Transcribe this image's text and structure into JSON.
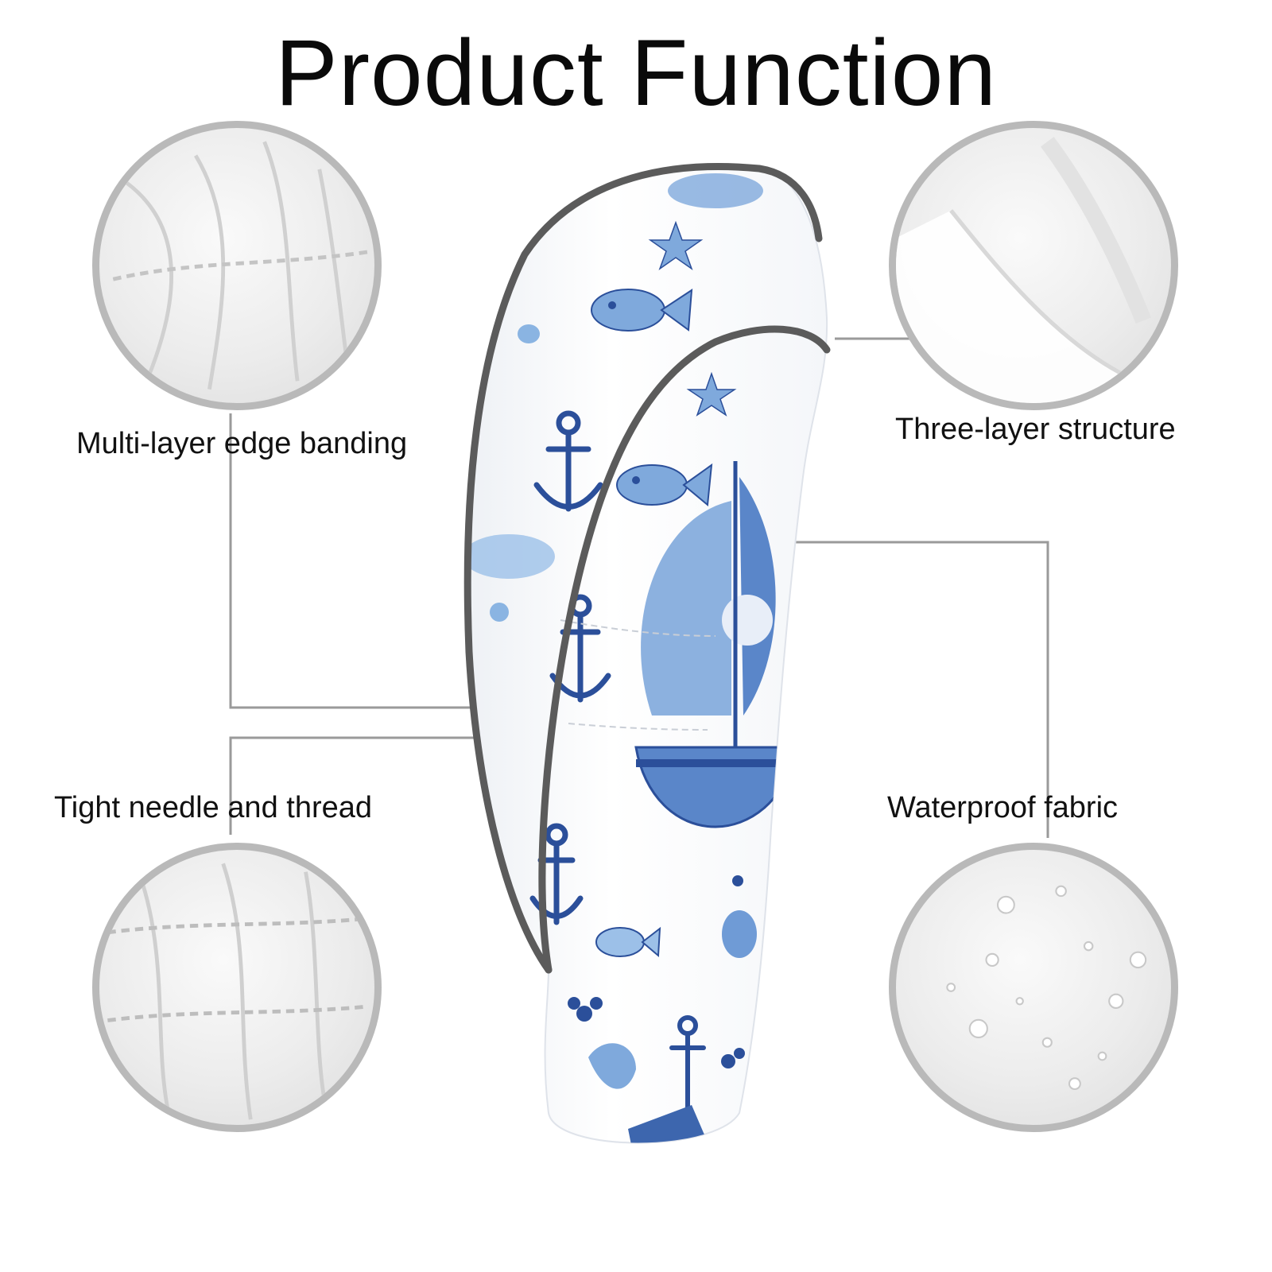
{
  "page": {
    "title": "Product Function"
  },
  "features": [
    {
      "label": "Multi-layer edge banding",
      "icon": "fabric-fold-detail"
    },
    {
      "label": "Three-layer structure",
      "icon": "layer-edge-detail"
    },
    {
      "label": "Tight needle and thread",
      "icon": "stitch-detail"
    },
    {
      "label": "Waterproof fabric",
      "icon": "water-droplets-detail"
    }
  ],
  "colors": {
    "circle_border": "#b9b9b9",
    "connector_line": "#9a9a9a",
    "trim": "#5b5b5b",
    "print_light_blue": "#7fa9dc",
    "print_navy": "#2b4f9a"
  }
}
